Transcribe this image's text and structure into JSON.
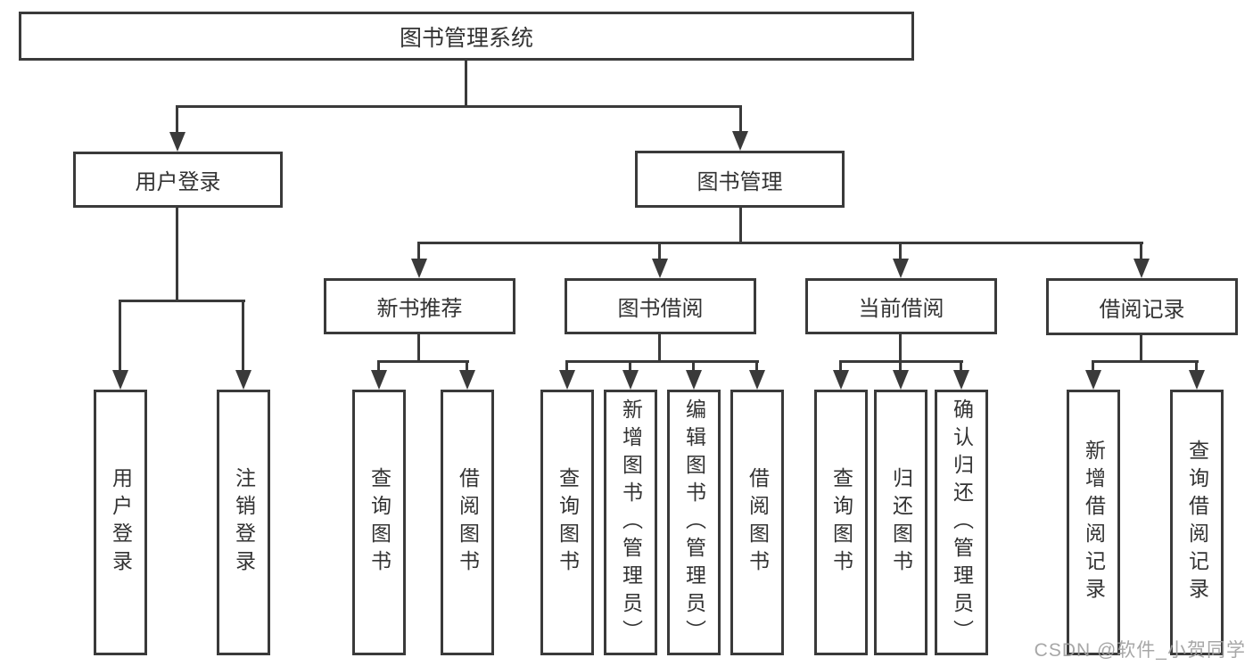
{
  "tree": {
    "label": "图书管理系统",
    "children": [
      {
        "label": "用户登录",
        "children": [
          {
            "label": "用户登录"
          },
          {
            "label": "注销登录"
          }
        ]
      },
      {
        "label": "图书管理",
        "children": [
          {
            "label": "新书推荐",
            "children": [
              {
                "label": "查询图书"
              },
              {
                "label": "借阅图书"
              }
            ]
          },
          {
            "label": "图书借阅",
            "children": [
              {
                "label": "查询图书"
              },
              {
                "label": "新增图书（管理员）"
              },
              {
                "label": "编辑图书（管理员）"
              },
              {
                "label": "借阅图书"
              }
            ]
          },
          {
            "label": "当前借阅",
            "children": [
              {
                "label": "查询图书"
              },
              {
                "label": "归还图书"
              },
              {
                "label": "确认归还（管理员）"
              }
            ]
          },
          {
            "label": "借阅记录",
            "children": [
              {
                "label": "新增借阅记录"
              },
              {
                "label": "查询借阅记录"
              }
            ]
          }
        ]
      }
    ]
  },
  "watermark": {
    "text": "CSDN @软件_小贺同学"
  },
  "colors": {
    "border": "#3a3a3a",
    "line": "#3a3a3a",
    "text": "#333333",
    "watermark": "#a0a0a0",
    "background": "#ffffff"
  }
}
